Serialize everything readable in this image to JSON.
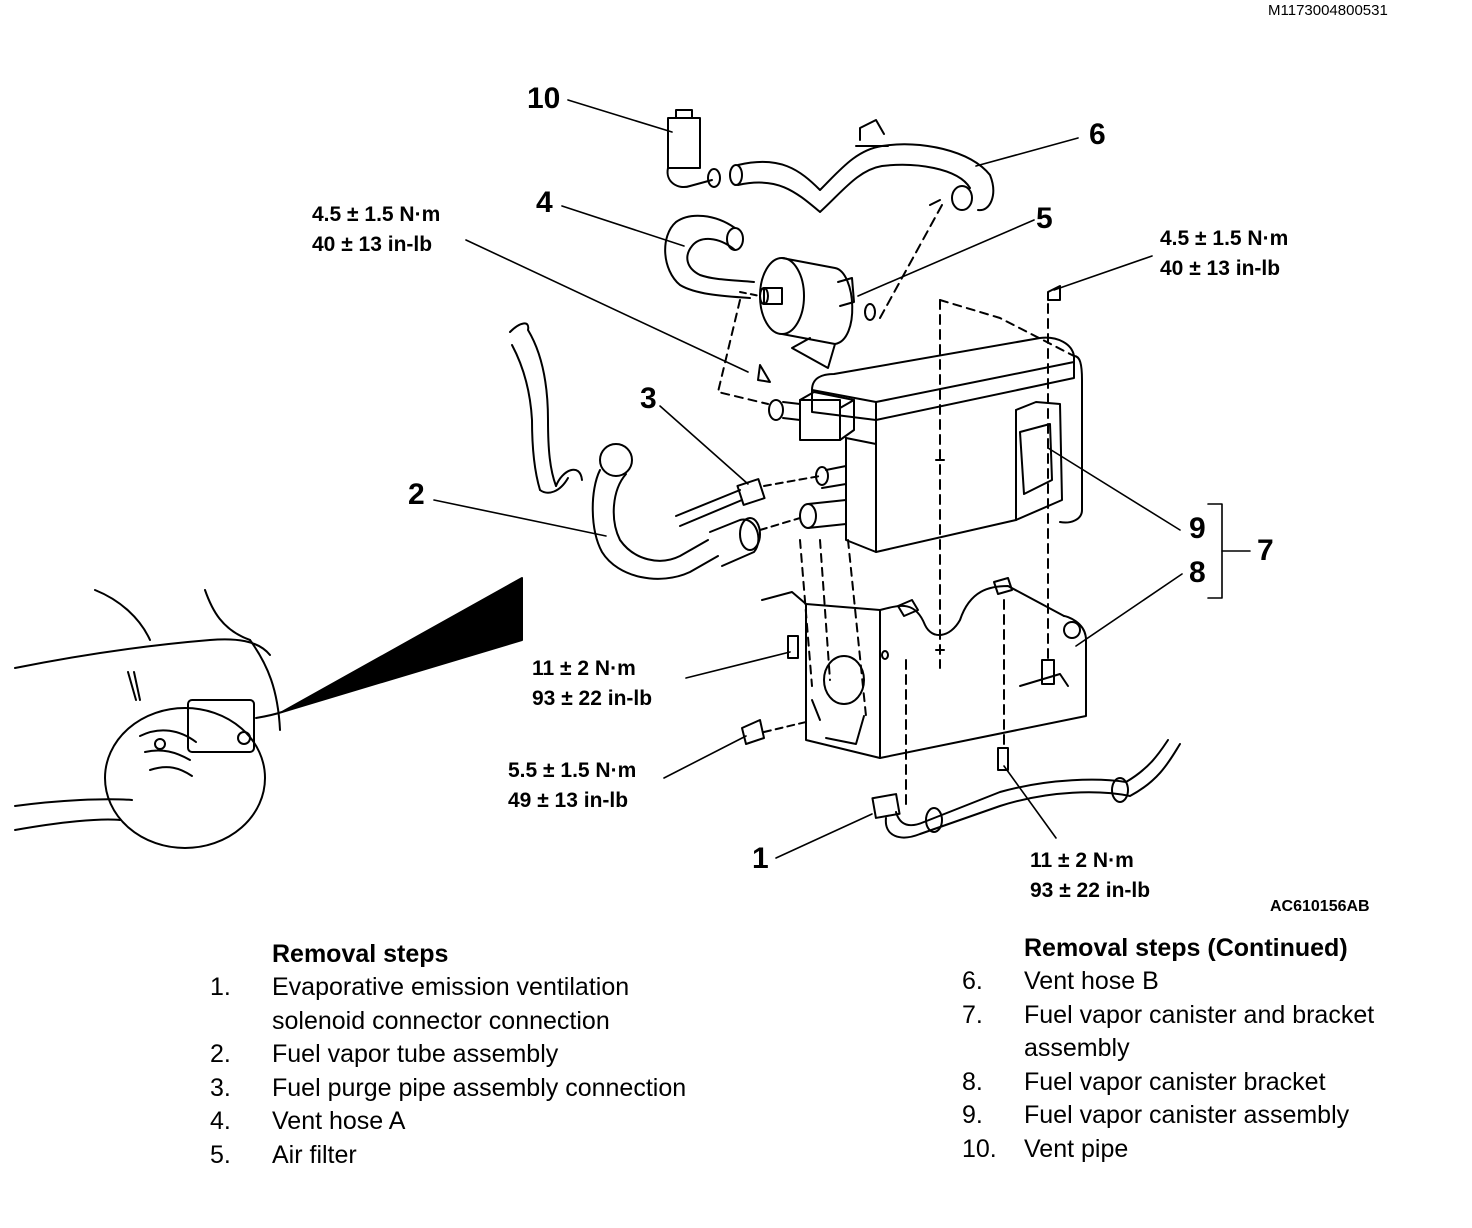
{
  "document_id": "M1173004800531",
  "figure_id": "AC610156AB",
  "callouts": {
    "c1": "1",
    "c2": "2",
    "c3": "3",
    "c4": "4",
    "c5": "5",
    "c6": "6",
    "c7": "7",
    "c8": "8",
    "c9": "9",
    "c10": "10"
  },
  "torques": {
    "bracket_nut_left": {
      "metric": "4.5 ± 1.5 N·m",
      "imperial": "40 ± 13 in-lb"
    },
    "bracket_nut_right": {
      "metric": "4.5 ± 1.5 N·m",
      "imperial": "40 ± 13 in-lb"
    },
    "bracket_bolt_upper": {
      "metric": "11 ± 2 N·m",
      "imperial": "93 ± 22 in-lb"
    },
    "bracket_bolt_lower": {
      "metric": "5.5 ± 1.5 N·m",
      "imperial": "49 ± 13 in-lb"
    },
    "bracket_bolt_bottom": {
      "metric": "11 ± 2 N·m",
      "imperial": "93 ± 22 in-lb"
    }
  },
  "removal_steps": {
    "title": "Removal steps",
    "items": [
      {
        "num": "1.",
        "text": "Evaporative emission ventilation solenoid connector connection"
      },
      {
        "num": "2.",
        "text": "Fuel vapor tube assembly"
      },
      {
        "num": "3.",
        "text": "Fuel purge pipe assembly connection"
      },
      {
        "num": "4.",
        "text": "Vent hose A"
      },
      {
        "num": "5.",
        "text": "Air filter"
      }
    ]
  },
  "removal_steps_continued": {
    "title": "Removal steps (Continued)",
    "items": [
      {
        "num": "6.",
        "text": "Vent hose B"
      },
      {
        "num": "7.",
        "text": "Fuel vapor canister and bracket assembly"
      },
      {
        "num": "8.",
        "text": "Fuel vapor canister bracket"
      },
      {
        "num": "9.",
        "text": "Fuel vapor canister assembly"
      },
      {
        "num": "10.",
        "text": "Vent pipe"
      }
    ]
  }
}
